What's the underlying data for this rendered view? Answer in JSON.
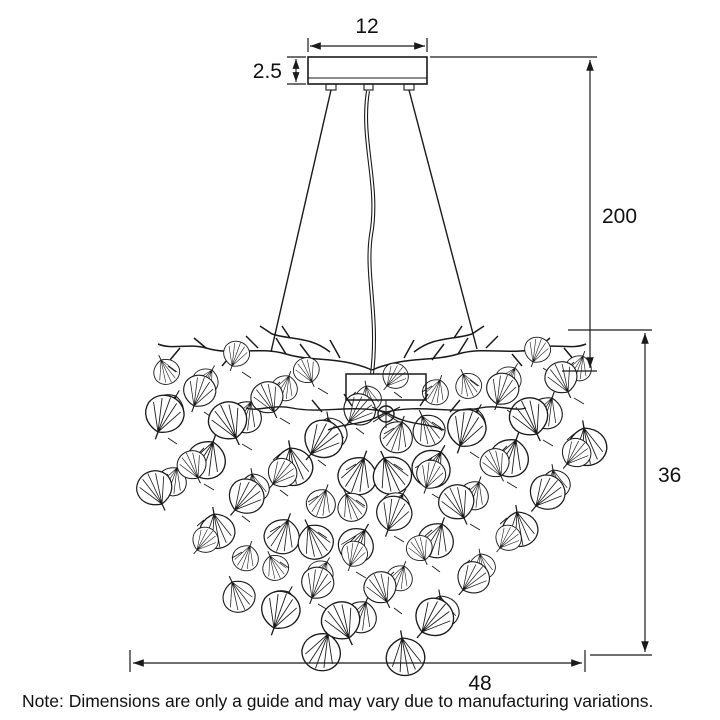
{
  "dims": {
    "canopy_width": "12",
    "canopy_height": "2.5",
    "drop": "200",
    "fixture_height": "36",
    "fixture_width": "48"
  },
  "note": "Note: Dimensions are only a guide and may vary due to manufacturing variations.",
  "colors": {
    "line": "#1a1a1a",
    "background": "#ffffff"
  }
}
